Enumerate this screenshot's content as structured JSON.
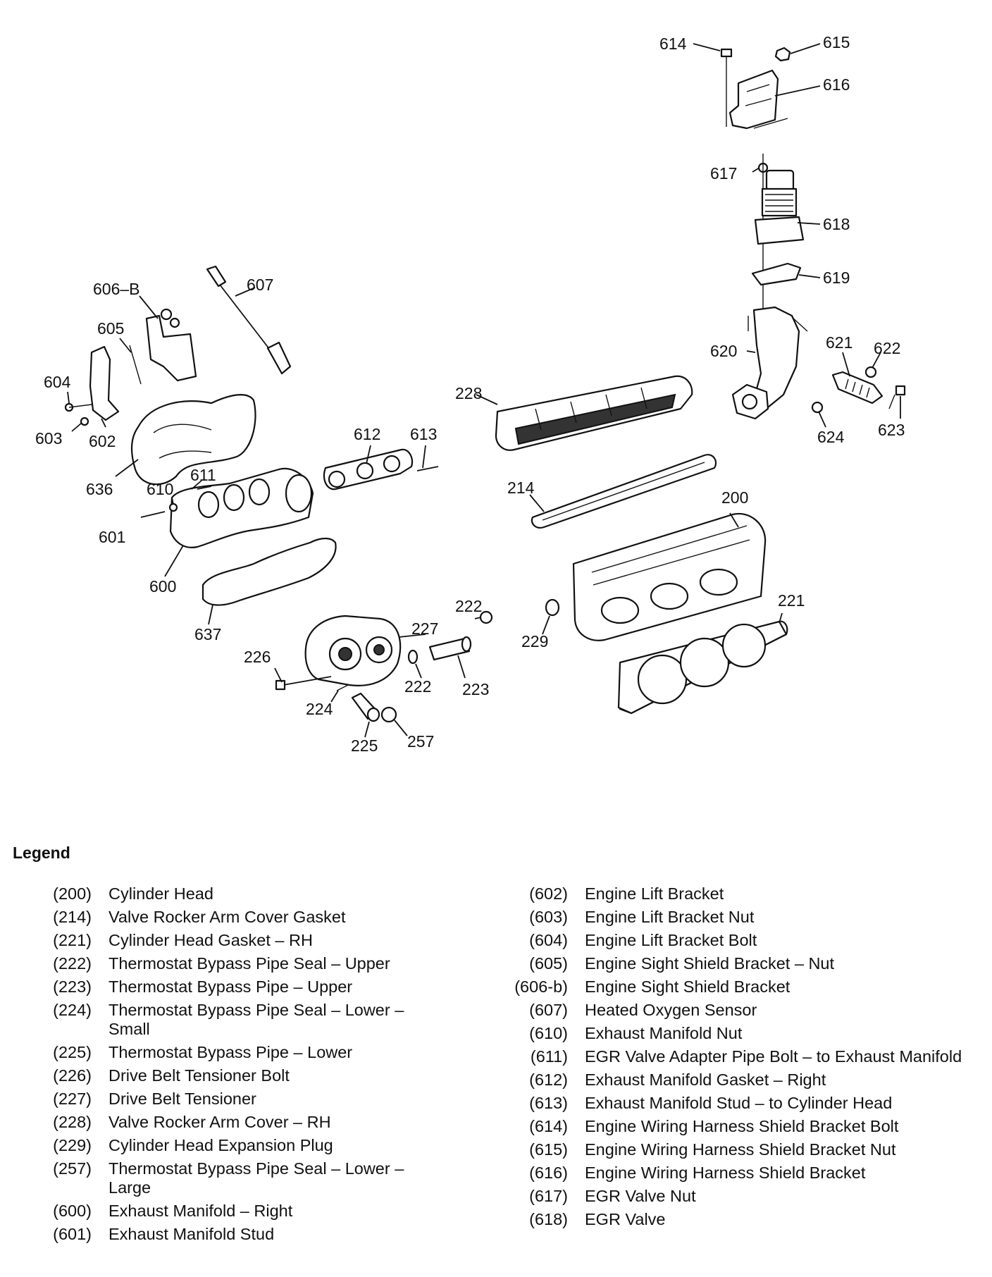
{
  "callouts": {
    "c614": "614",
    "c615": "615",
    "c616": "616",
    "c617": "617",
    "c618": "618",
    "c619": "619",
    "c620": "620",
    "c621": "621",
    "c622": "622",
    "c623": "623",
    "c624": "624",
    "c606b": "606–B",
    "c607": "607",
    "c605": "605",
    "c604": "604",
    "c603": "603",
    "c602": "602",
    "c636": "636",
    "c228": "228",
    "c612": "612",
    "c613": "613",
    "c611": "611",
    "c610": "610",
    "c601": "601",
    "c600": "600",
    "c214": "214",
    "c200": "200",
    "c637": "637",
    "c222a": "222",
    "c227": "227",
    "c226": "226",
    "c222b": "222",
    "c223": "223",
    "c229": "229",
    "c221": "221",
    "c224": "224",
    "c225": "225",
    "c257": "257"
  },
  "legend": {
    "title": "Legend",
    "left": [
      {
        "num": "(200)",
        "desc": "Cylinder Head"
      },
      {
        "num": "(214)",
        "desc": "Valve Rocker Arm Cover Gasket"
      },
      {
        "num": "(221)",
        "desc": "Cylinder Head Gasket – RH"
      },
      {
        "num": "(222)",
        "desc": "Thermostat Bypass Pipe Seal – Upper"
      },
      {
        "num": "(223)",
        "desc": "Thermostat Bypass Pipe – Upper"
      },
      {
        "num": "(224)",
        "desc": "Thermostat Bypass Pipe Seal – Lower – Small"
      },
      {
        "num": "(225)",
        "desc": "Thermostat Bypass Pipe – Lower"
      },
      {
        "num": "(226)",
        "desc": "Drive Belt Tensioner Bolt"
      },
      {
        "num": "(227)",
        "desc": "Drive Belt Tensioner"
      },
      {
        "num": "(228)",
        "desc": "Valve Rocker Arm Cover – RH"
      },
      {
        "num": "(229)",
        "desc": "Cylinder Head Expansion Plug"
      },
      {
        "num": "(257)",
        "desc": "Thermostat Bypass Pipe Seal – Lower – Large"
      },
      {
        "num": "(600)",
        "desc": "Exhaust Manifold – Right"
      },
      {
        "num": "(601)",
        "desc": "Exhaust Manifold Stud"
      }
    ],
    "right": [
      {
        "num": "(602)",
        "desc": "Engine Lift Bracket"
      },
      {
        "num": "(603)",
        "desc": "Engine Lift Bracket Nut"
      },
      {
        "num": "(604)",
        "desc": "Engine Lift Bracket Bolt"
      },
      {
        "num": "(605)",
        "desc": "Engine Sight Shield Bracket – Nut"
      },
      {
        "num": "(606-b)",
        "desc": "Engine Sight Shield Bracket"
      },
      {
        "num": "(607)",
        "desc": "Heated Oxygen Sensor"
      },
      {
        "num": "(610)",
        "desc": "Exhaust Manifold Nut"
      },
      {
        "num": "(611)",
        "desc": "EGR Valve Adapter Pipe Bolt – to Exhaust Manifold"
      },
      {
        "num": "(612)",
        "desc": "Exhaust Manifold Gasket – Right"
      },
      {
        "num": "(613)",
        "desc": "Exhaust Manifold Stud – to Cylinder Head"
      },
      {
        "num": "(614)",
        "desc": "Engine Wiring Harness Shield Bracket Bolt"
      },
      {
        "num": "(615)",
        "desc": "Engine Wiring Harness Shield Bracket Nut"
      },
      {
        "num": "(616)",
        "desc": "Engine Wiring Harness Shield Bracket"
      },
      {
        "num": "(617)",
        "desc": "EGR Valve Nut"
      },
      {
        "num": "(618)",
        "desc": "EGR Valve"
      }
    ]
  }
}
